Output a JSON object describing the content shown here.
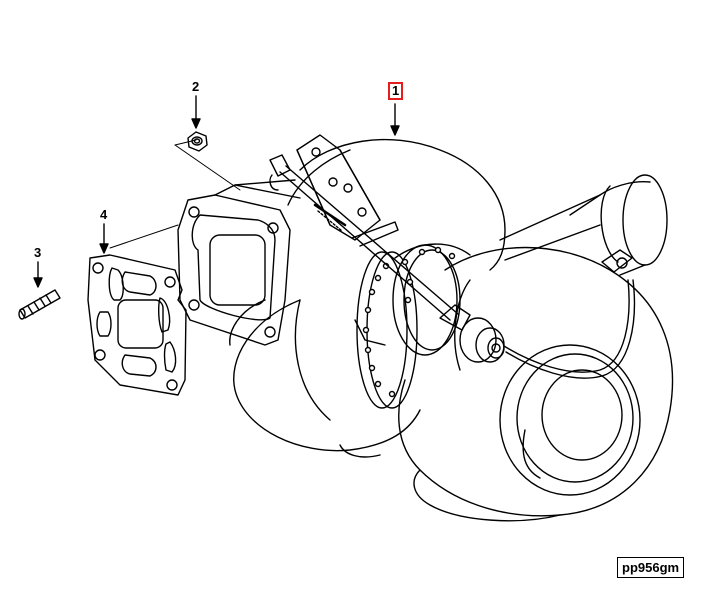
{
  "callouts": [
    {
      "id": "1",
      "label": "1",
      "selected": true,
      "highlight_color": "#e41e1e"
    },
    {
      "id": "2",
      "label": "2",
      "selected": false
    },
    {
      "id": "3",
      "label": "3",
      "selected": false
    },
    {
      "id": "4",
      "label": "4",
      "selected": false
    }
  ],
  "reference_code": "pp956gm"
}
